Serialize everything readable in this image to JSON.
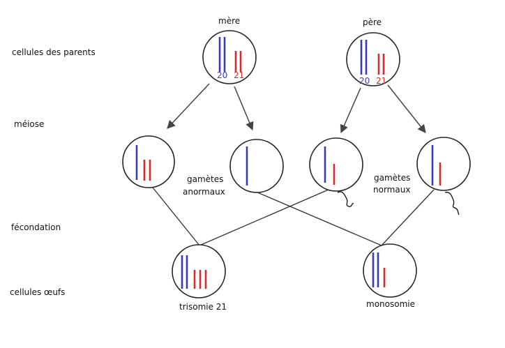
{
  "row_labels": {
    "parents": "cellules des parents",
    "meiosis": "méiose",
    "fertilization": "fécondation",
    "eggs": "cellules œufs"
  },
  "parents": {
    "mother": "mère",
    "father": "père",
    "chr20": "20",
    "chr21": "21"
  },
  "gametes": {
    "abnormal_line1": "gamètes",
    "abnormal_line2": "anormaux",
    "normal_line1": "gamètes",
    "normal_line2": "normaux"
  },
  "zygotes": {
    "trisomy": "trisomie 21",
    "monosomy": "monosomie"
  },
  "colors": {
    "chr20": "#3b3bb5",
    "chr21": "#d42a2a",
    "outline": "#222222",
    "arrow": "#444444",
    "line": "#333333"
  }
}
